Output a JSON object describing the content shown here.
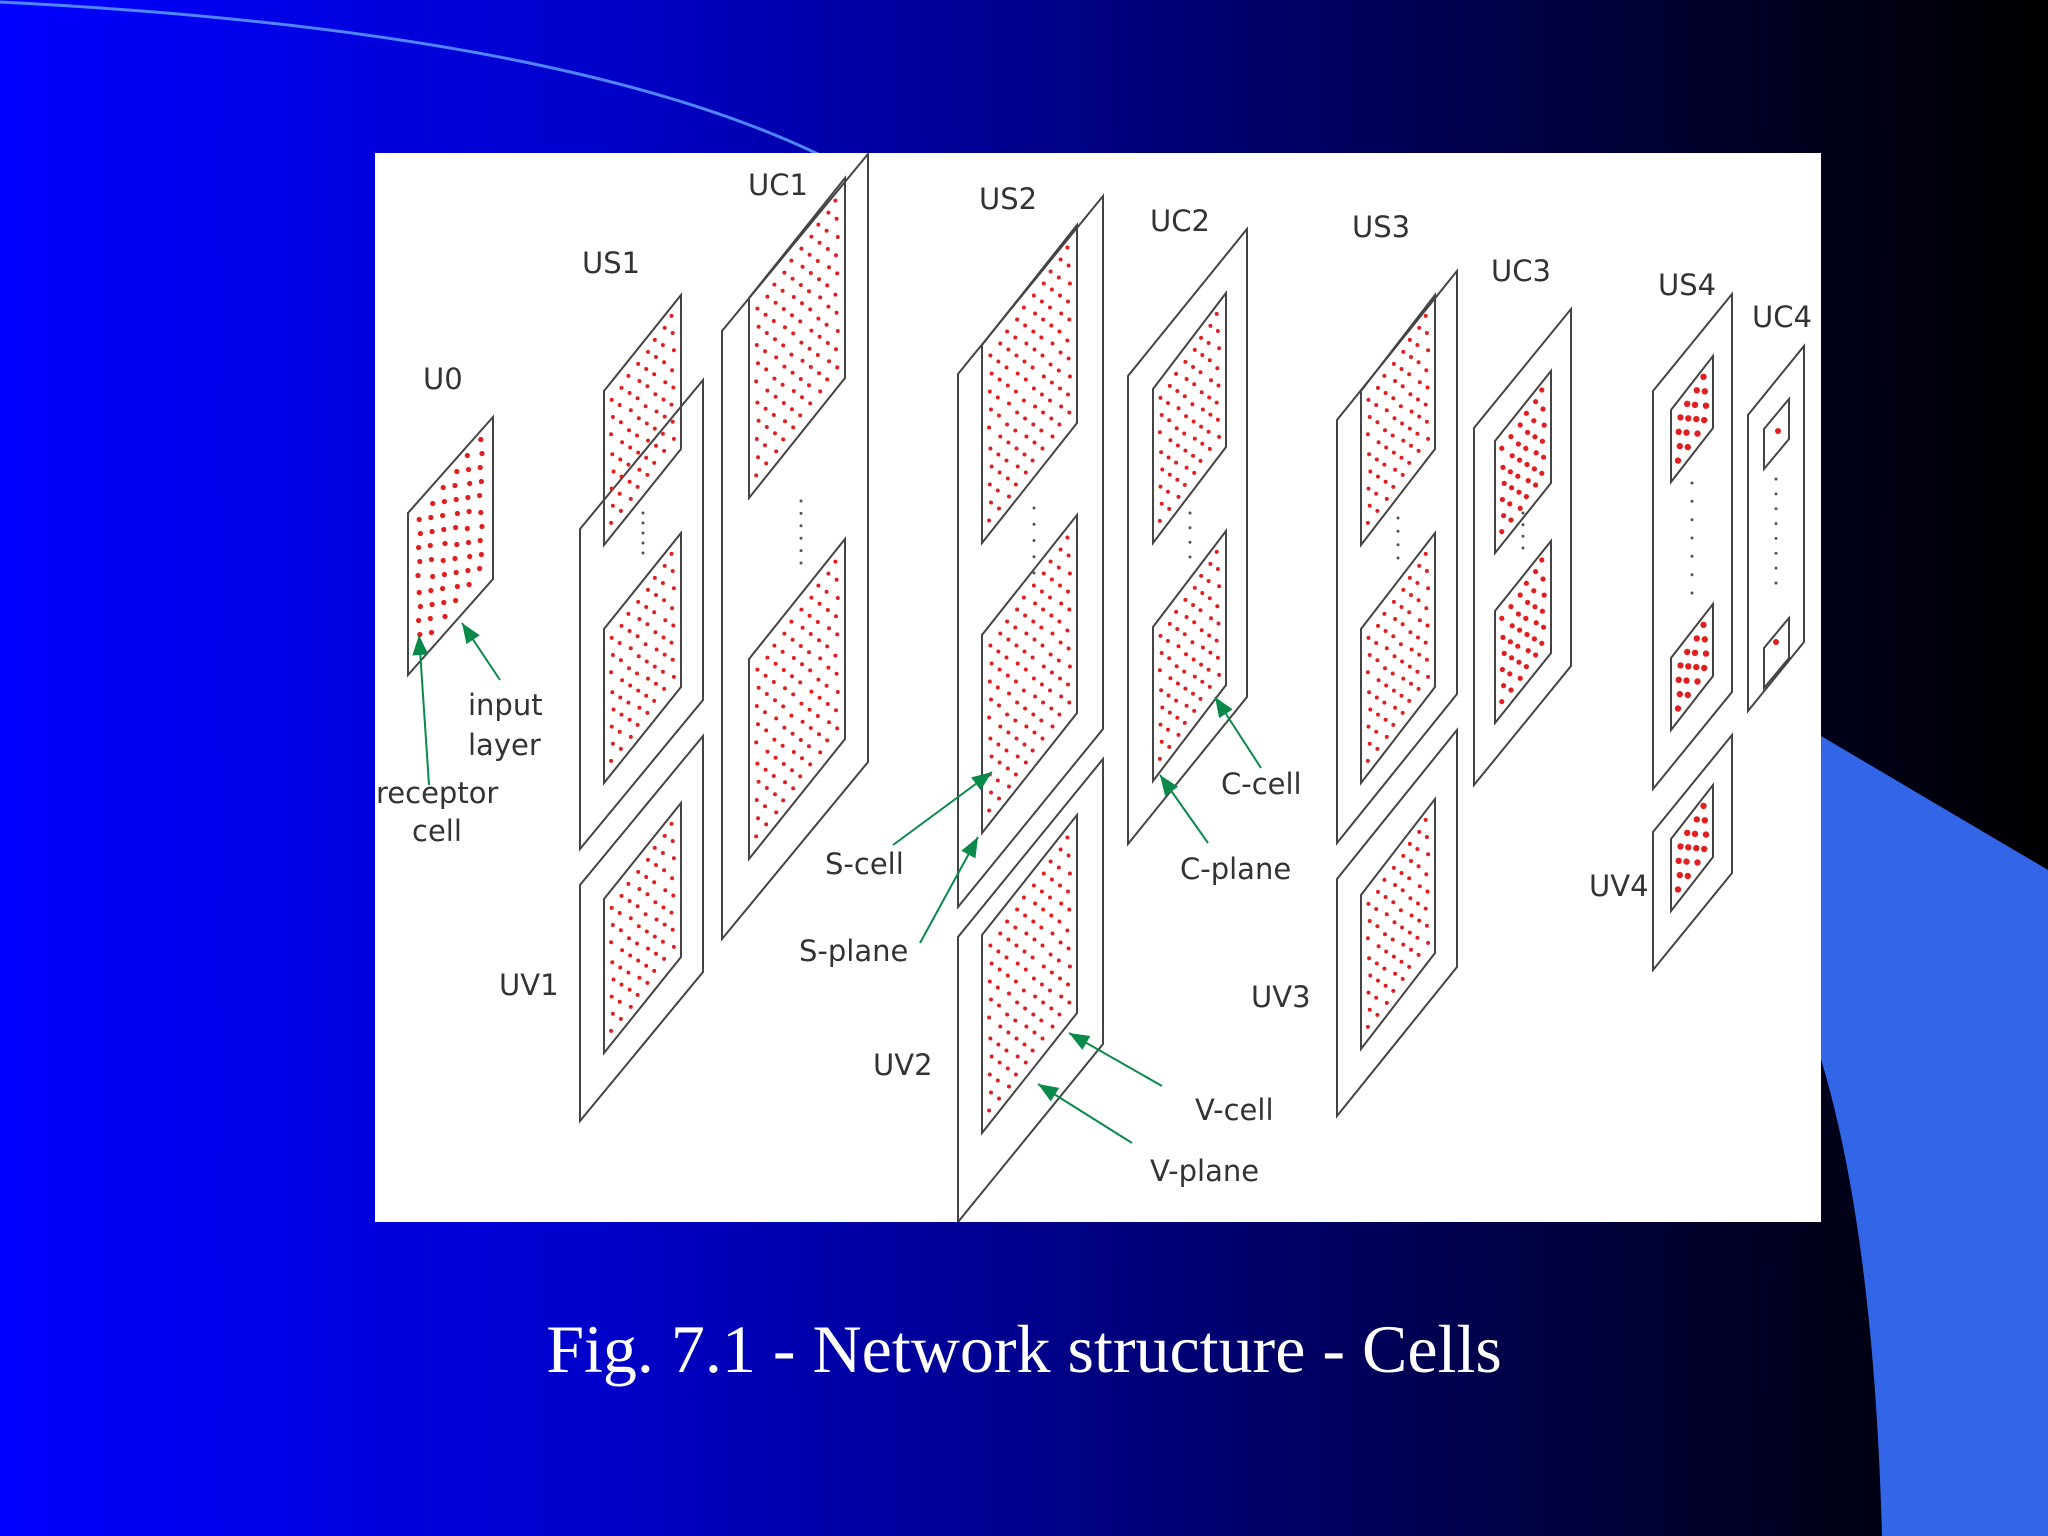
{
  "slide": {
    "caption": "Fig. 7.1 - Network structure - Cells",
    "colors": {
      "bg_left": "#0000ff",
      "bg_right": "#000000",
      "swoosh": "#3366e6",
      "accent_line": "#4f86ff"
    }
  },
  "diagram": {
    "colors": {
      "frame": "#444444",
      "cell": "#e02020",
      "arrow": "#0a8a4a",
      "label": "#333333"
    },
    "layers": [
      {
        "id": "U0",
        "label": "U0"
      },
      {
        "id": "US1",
        "label": "US1"
      },
      {
        "id": "UC1",
        "label": "UC1"
      },
      {
        "id": "US2",
        "label": "US2"
      },
      {
        "id": "UC2",
        "label": "UC2"
      },
      {
        "id": "US3",
        "label": "US3"
      },
      {
        "id": "UC3",
        "label": "UC3"
      },
      {
        "id": "US4",
        "label": "US4"
      },
      {
        "id": "UC4",
        "label": "UC4"
      },
      {
        "id": "UV1",
        "label": "UV1"
      },
      {
        "id": "UV2",
        "label": "UV2"
      },
      {
        "id": "UV3",
        "label": "UV3"
      },
      {
        "id": "UV4",
        "label": "UV4"
      }
    ],
    "annotations": {
      "input_layer": [
        "input",
        "layer"
      ],
      "receptor_cell": [
        "receptor",
        "cell"
      ],
      "s_cell": "S-cell",
      "s_plane": "S-plane",
      "c_cell": "C-cell",
      "c_plane": "C-plane",
      "v_cell": "V-cell",
      "v_plane": "V-plane"
    }
  }
}
